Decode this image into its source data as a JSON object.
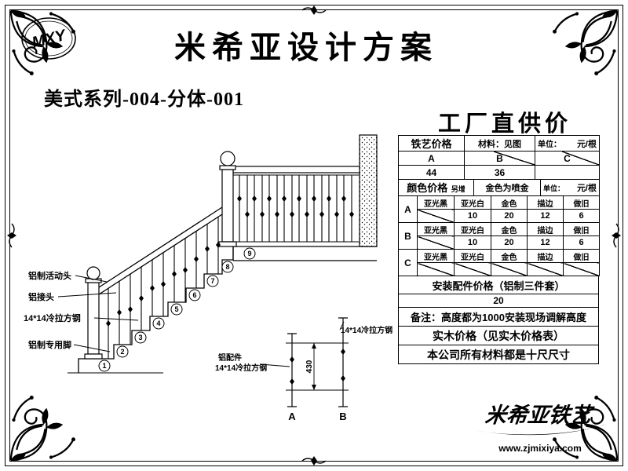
{
  "header": {
    "title": "米希亚设计方案",
    "series": "美式系列-004-分体-001"
  },
  "brand": {
    "oval": "MXY",
    "logo": "米希亚铁艺",
    "url": "www.zjmixiya.com"
  },
  "price": {
    "title": "工厂直供价",
    "iron": {
      "name": "铁艺价格",
      "material": "材料：见图",
      "unit_label": "单位：",
      "unit": "元/根",
      "cols": [
        "A",
        "B",
        "C"
      ],
      "vals": [
        "44",
        "36",
        ""
      ]
    },
    "color": {
      "name": "颜色价格",
      "extra": "另增",
      "note": "金色为喷金",
      "unit_label": "单位：",
      "unit": "元/根",
      "heads": [
        "亚光黑",
        "亚光白",
        "金色",
        "描边",
        "做旧"
      ],
      "rows": [
        {
          "label": "A",
          "vals": [
            "10",
            "20",
            "12",
            "6"
          ]
        },
        {
          "label": "B",
          "vals": [
            "10",
            "20",
            "12",
            "6"
          ]
        },
        {
          "label": "C",
          "vals": [
            "",
            "",
            "",
            ""
          ]
        }
      ]
    },
    "install": {
      "label": "安装配件价格（铝制三件套）",
      "value": "20"
    },
    "notes": [
      "备注：高度都为1000安装现场调解高度",
      "实木价格（见实木价格表）",
      "本公司所有材料都是十尺尺寸"
    ]
  },
  "drawing": {
    "parts": {
      "p1": "铝制活动头",
      "p2": "铝接头",
      "p3": "14*14冷拉方钢",
      "p4": "铝制专用脚"
    },
    "steps": [
      "1",
      "2",
      "3",
      "4",
      "5",
      "6",
      "7",
      "8",
      "9"
    ],
    "detail": {
      "dim": "430",
      "top_label": "14*14冷拉方钢",
      "left_label1": "铝配件",
      "left_label2": "14*14冷拉方钢",
      "a": "A",
      "b": "B"
    }
  }
}
